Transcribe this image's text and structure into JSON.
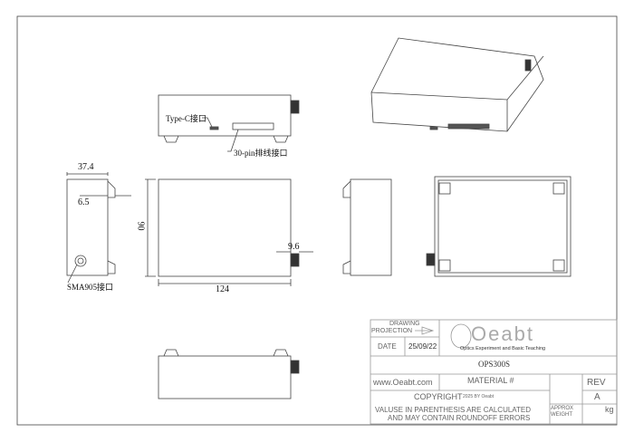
{
  "labels": {
    "typec": "Type-C接口",
    "pin30": "30-pin排线接口",
    "sma": "SMA905接口"
  },
  "dims": {
    "d1": "37.4",
    "d2": "6.5",
    "d3": "90",
    "d4": "124",
    "d5": "9.6"
  },
  "title_block": {
    "drawing": "DRAWING",
    "projection": "PROJECTION",
    "date_label": "DATE",
    "date": "25/09/22",
    "logo": "Oeabt",
    "logo_sub": "Optics Experiment and Basic Teaching",
    "part": "OPS300S",
    "website": "www.Oeabt.com",
    "material": "MATERIAL #",
    "rev_label": "REV",
    "rev": "A",
    "copyright": "COPYRIGHT",
    "copyright_sub": "2025 BY Oeabt",
    "note1": "VALUSE IN PARENTHESIS ARE CALCULATED",
    "note2": "AND MAY CONTAIN ROUNDOFF ERRORS",
    "approx": "APPROX",
    "weight": "WEIGHT",
    "unit": "kg"
  }
}
